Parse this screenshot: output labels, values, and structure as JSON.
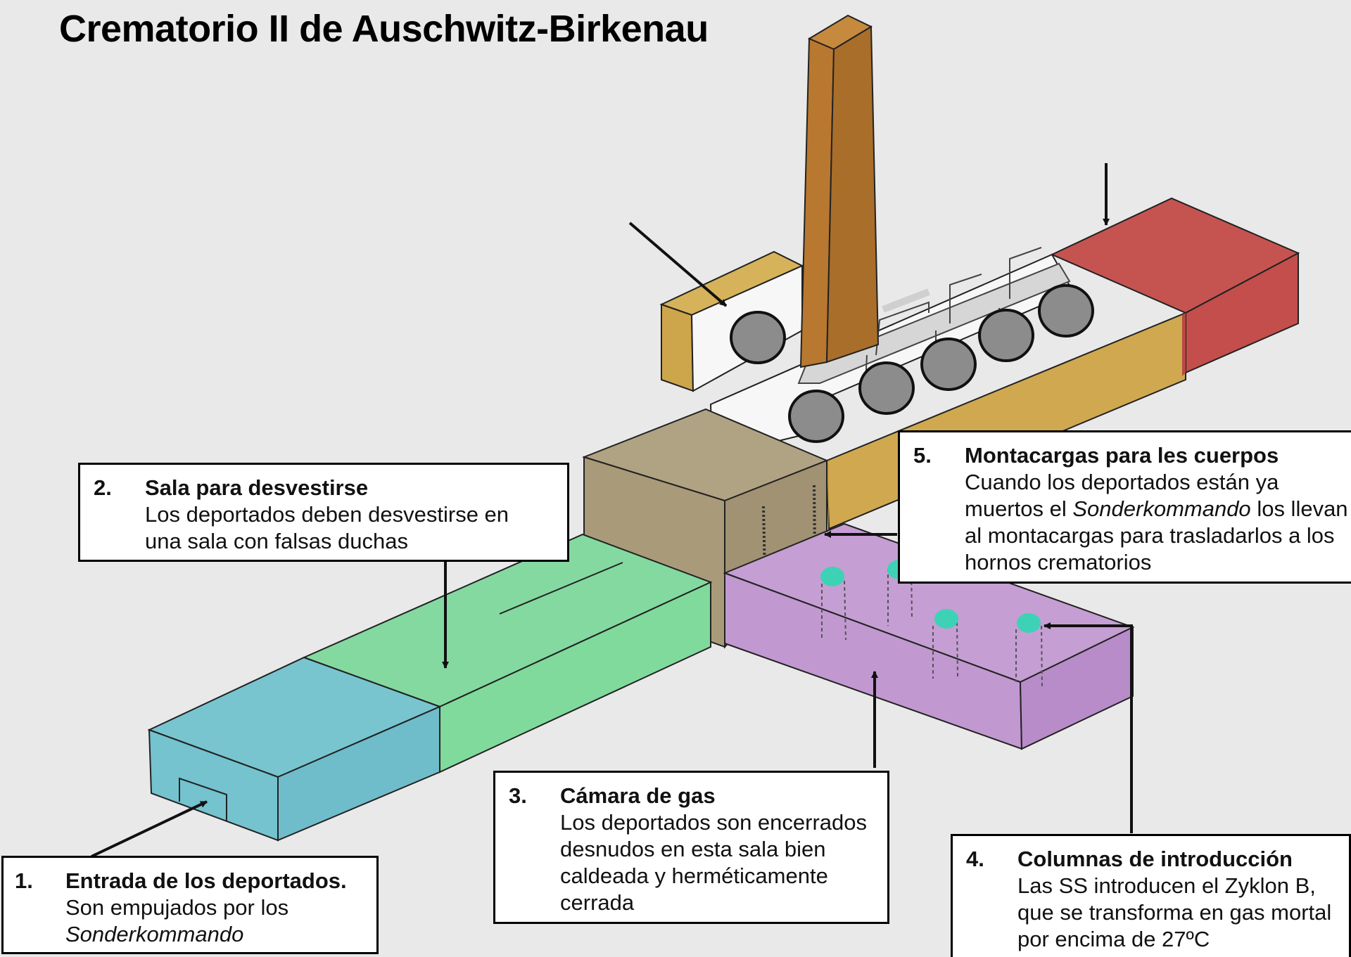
{
  "title": "Crematorio II de Auschwitz-Birkenau",
  "colors": {
    "background": "#e9e9e9",
    "entrance": "#74c3cf",
    "undressing_room": "#80da9c",
    "gas_chamber": "#c198d0",
    "lift_block": "#a99b79",
    "crematorium_hall": "#cfa850",
    "red_block": "#c34e4b",
    "chimney": "#ae7430",
    "zyklon_columns": "#3dd2b5",
    "oven": "#8c8c8c"
  },
  "callouts": [
    {
      "number": "1.",
      "heading": "Entrada de los deportados.",
      "body_plain": "Son empujados por los",
      "body_italic": "Sonderkommando",
      "body_after": ""
    },
    {
      "number": "2.",
      "heading": "Sala para desvestirse",
      "body_plain": "Los deportados deben desvestirse en una sala con falsas duchas",
      "body_italic": "",
      "body_after": ""
    },
    {
      "number": "3.",
      "heading": "Cámara de gas",
      "body_plain": "Los deportados son encerrados desnudos en esta sala bien caldeada y herméticamente cerrada",
      "body_italic": "",
      "body_after": ""
    },
    {
      "number": "4.",
      "heading": "Columnas de introducción",
      "body_plain": "Las SS introducen el Zyklon B, que se transforma en gas mortal por encima de 27ºC",
      "body_italic": "",
      "body_after": ""
    },
    {
      "number": "5.",
      "heading": "Montacargas para les cuerpos",
      "body_plain": "Cuando los deportados están ya muertos el",
      "body_italic": "Sonderkommando",
      "body_after": "los llevan al montacargas para trasladarlos a los hornos crematorios"
    }
  ]
}
